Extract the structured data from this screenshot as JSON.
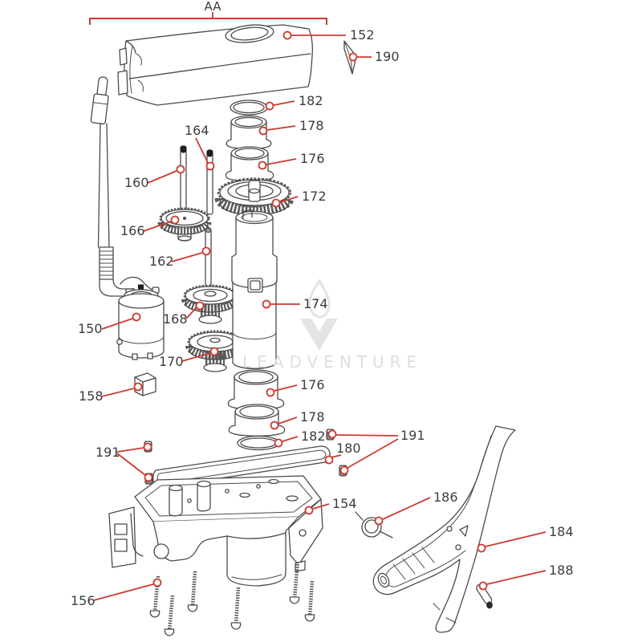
{
  "diagram": {
    "section_label": "AA",
    "watermark_text": "LEADVENTURE",
    "colors": {
      "accent": "#cc3b30",
      "line": "#4a4a4a",
      "label_text": "#3c3c3c",
      "watermark": "#dedede"
    },
    "parts_list": [
      "150",
      "152",
      "154",
      "156",
      "158",
      "160",
      "162",
      "164",
      "166",
      "168",
      "170",
      "172",
      "174",
      "176",
      "178",
      "180",
      "182",
      "184",
      "186",
      "188",
      "190",
      "191"
    ],
    "callouts": [
      {
        "part": "152",
        "text": [
          436,
          49
        ],
        "lines": [
          [
            431,
            44,
            363,
            44
          ]
        ],
        "circles": [
          [
            358,
            44
          ]
        ]
      },
      {
        "part": "190",
        "text": [
          467,
          76
        ],
        "lines": [
          [
            463,
            71,
            445,
            71
          ]
        ],
        "circles": [
          [
            440,
            71
          ]
        ]
      },
      {
        "part": "182",
        "text": [
          372,
          131
        ],
        "lines": [
          [
            367,
            126,
            341,
            131
          ]
        ],
        "circles": [
          [
            336,
            132
          ]
        ]
      },
      {
        "part": "178",
        "text": [
          373,
          162
        ],
        "lines": [
          [
            368,
            157,
            333,
            162
          ]
        ],
        "circles": [
          [
            328,
            163
          ]
        ]
      },
      {
        "part": "176",
        "text": [
          374,
          203
        ],
        "lines": [
          [
            369,
            198,
            332,
            205
          ]
        ],
        "circles": [
          [
            327,
            206
          ]
        ]
      },
      {
        "part": "172",
        "text": [
          376,
          250
        ],
        "lines": [
          [
            371,
            245,
            349,
            252
          ]
        ],
        "circles": [
          [
            344,
            253
          ]
        ]
      },
      {
        "part": "164",
        "text": [
          230,
          168
        ],
        "lines": [
          [
            244,
            172,
            259,
            203
          ]
        ],
        "circles": [
          [
            262,
            207
          ]
        ]
      },
      {
        "part": "160",
        "text": [
          155,
          233
        ],
        "lines": [
          [
            184,
            228,
            220,
            213
          ]
        ],
        "circles": [
          [
            225,
            211
          ]
        ]
      },
      {
        "part": "166",
        "text": [
          150,
          293
        ],
        "lines": [
          [
            179,
            288,
            213,
            276
          ]
        ],
        "circles": [
          [
            218,
            274
          ]
        ]
      },
      {
        "part": "162",
        "text": [
          186,
          331
        ],
        "lines": [
          [
            214,
            326,
            252,
            315
          ]
        ],
        "circles": [
          [
            257,
            313
          ]
        ]
      },
      {
        "part": "150",
        "text": [
          97,
          415
        ],
        "lines": [
          [
            127,
            410,
            165,
            397
          ]
        ],
        "circles": [
          [
            170,
            395
          ]
        ]
      },
      {
        "part": "168",
        "text": [
          203,
          403
        ],
        "lines": [
          [
            232,
            397,
            244,
            384
          ]
        ],
        "circles": [
          [
            249,
            381
          ]
        ]
      },
      {
        "part": "170",
        "text": [
          198,
          456
        ],
        "lines": [
          [
            227,
            450,
            262,
            440
          ]
        ],
        "circles": [
          [
            267,
            438
          ]
        ]
      },
      {
        "part": "174",
        "text": [
          378,
          384
        ],
        "lines": [
          [
            374,
            379,
            337,
            379
          ]
        ],
        "circles": [
          [
            332,
            379
          ]
        ]
      },
      {
        "part": "158",
        "text": [
          98,
          499
        ],
        "lines": [
          [
            127,
            494,
            167,
            484
          ]
        ],
        "circles": [
          [
            172,
            482
          ]
        ]
      },
      {
        "part": "176",
        "text": [
          374,
          485
        ],
        "lines": [
          [
            370,
            480,
            342,
            487
          ]
        ],
        "circles": [
          [
            337,
            489
          ]
        ]
      },
      {
        "part": "178",
        "text": [
          374,
          525
        ],
        "lines": [
          [
            370,
            520,
            347,
            528
          ]
        ],
        "circles": [
          [
            342,
            530
          ]
        ]
      },
      {
        "part": "182",
        "text": [
          375,
          549
        ],
        "lines": [
          [
            371,
            544,
            352,
            550
          ]
        ],
        "circles": [
          [
            347,
            552
          ]
        ]
      },
      {
        "part": "180",
        "text": [
          419,
          564
        ],
        "lines": [
          [
            425,
            567,
            413,
            570
          ]
        ],
        "circles": [
          [
            410,
            573
          ]
        ]
      },
      {
        "part": "191",
        "text": [
          119,
          569
        ],
        "lines": [
          [
            146,
            563,
            179,
            558
          ],
          [
            146,
            565,
            181,
            592
          ]
        ],
        "circles": [
          [
            184,
            557
          ],
          [
            185,
            595
          ]
        ]
      },
      {
        "part": "191",
        "text": [
          499,
          548
        ],
        "lines": [
          [
            496,
            543,
            419,
            542
          ],
          [
            496,
            547,
            433,
            583
          ]
        ],
        "circles": [
          [
            414,
            541
          ],
          [
            429,
            586
          ]
        ]
      },
      {
        "part": "154",
        "text": [
          414,
          633
        ],
        "lines": [
          [
            410,
            628,
            390,
            634
          ]
        ],
        "circles": [
          [
            385,
            636
          ]
        ]
      },
      {
        "part": "156",
        "text": [
          88,
          754
        ],
        "lines": [
          [
            117,
            748,
            191,
            728
          ]
        ],
        "circles": [
          [
            196,
            726
          ]
        ]
      },
      {
        "part": "186",
        "text": [
          540,
          625
        ],
        "lines": [
          [
            536,
            620,
            477,
            647
          ]
        ],
        "circles": [
          [
            472,
            649
          ]
        ]
      },
      {
        "part": "184",
        "text": [
          684,
          668
        ],
        "lines": [
          [
            680,
            663,
            605,
            681
          ]
        ],
        "circles": [
          [
            600,
            683
          ]
        ]
      },
      {
        "part": "188",
        "text": [
          684,
          716
        ],
        "lines": [
          [
            680,
            711,
            607,
            728
          ]
        ],
        "circles": [
          [
            602,
            730
          ]
        ]
      }
    ]
  }
}
